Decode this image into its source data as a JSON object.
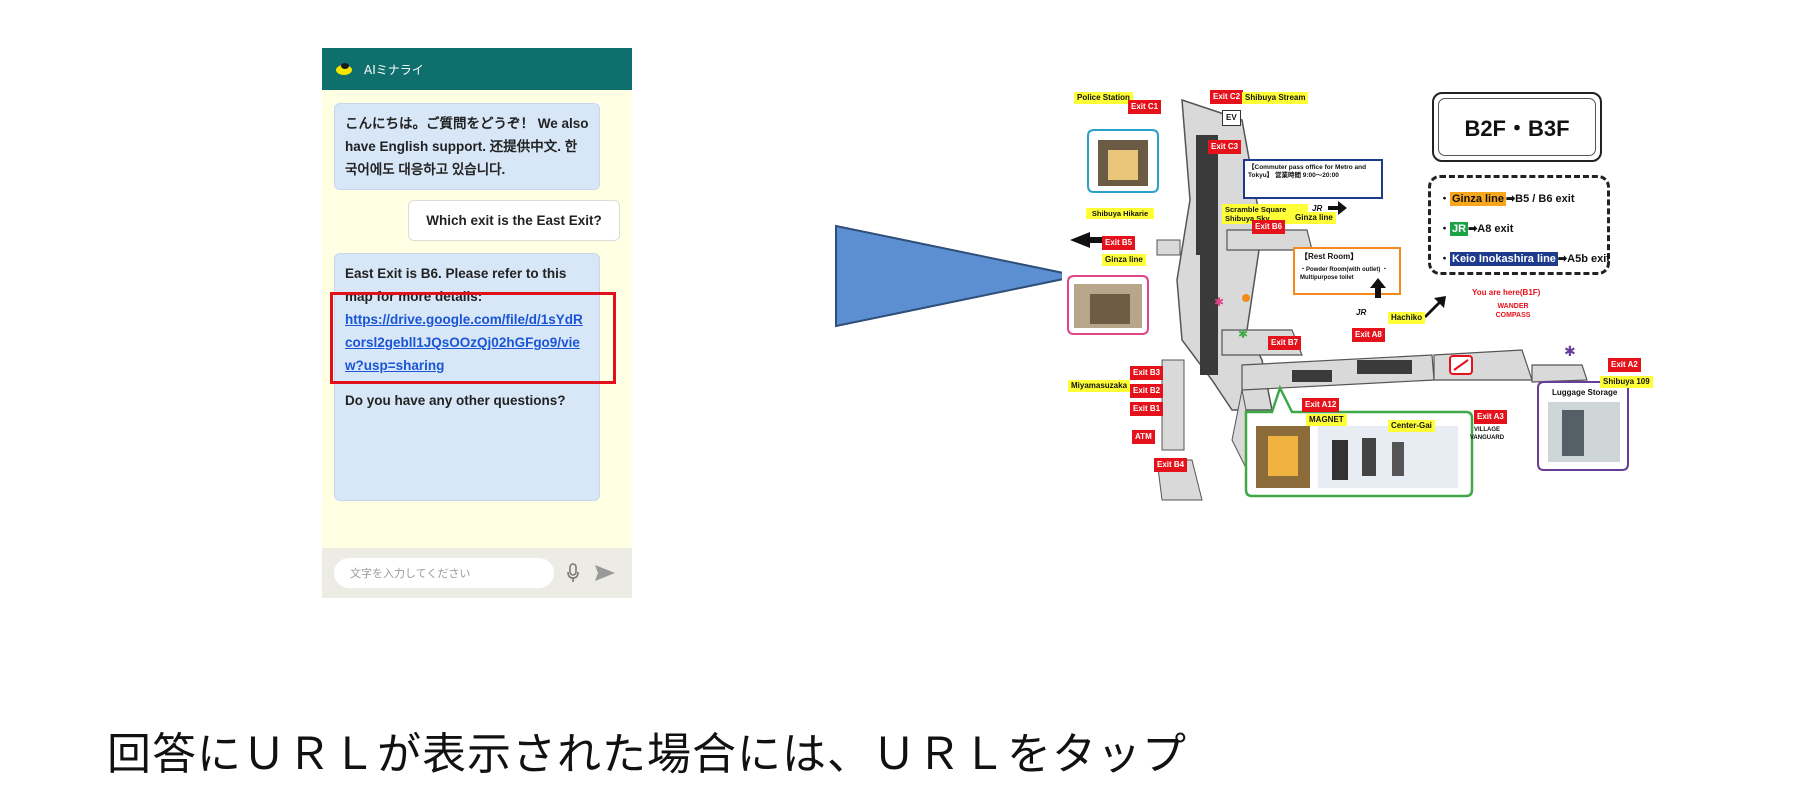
{
  "chat": {
    "header_title": "AIミナライ",
    "greeting": "こんにちは。ご質問をどうぞ！ We also have English support. 还提供中文. 한국어에도 대응하고 있습니다.",
    "user_question": "Which exit is the East Exit?",
    "answer_intro": "East Exit is B6. Please refer to this map for more details:",
    "answer_link": "https://drive.google.com/file/d/1sYdRcorsl2gebll1JQsOOzQj02hGFgo9/view?usp=sharing",
    "answer_followup": "Do you have any other questions?",
    "input_placeholder": "文字を入力してください",
    "colors": {
      "header": "#0f6f6d",
      "background": "#ffffe3",
      "bubble": "#d8e7f8",
      "highlight": "#e0111d"
    }
  },
  "map": {
    "floor_title": "B2F・B3F",
    "legend": {
      "row1_line": "Ginza line",
      "row1_dest": "➡B5 / B6 exit",
      "row2_line": "JR",
      "row2_dest": "➡A8 exit",
      "row3_line": "Keio Inokashira line",
      "row3_dest": "➡A5b exit"
    },
    "labels": {
      "police_station": "Police Station",
      "exit_c1": "Exit C1",
      "exit_c2": "Exit C2",
      "shibuya_stream": "Shibuya Stream",
      "exit_c3": "Exit C3",
      "common_pass": "【Commuter pass office for Metro and Tokyu】 営業時間 9:00～20:00",
      "scramble_square": "Scramble Square Shibuya Sky",
      "ginza_line_top": "Ginza line",
      "jr_top": "JR",
      "shibuya_hikarie": "Shibuya Hikarie",
      "exit_b5": "Exit B5",
      "exit_b6": "Exit B6",
      "ginza_line_left": "Ginza line",
      "rest_room": "【Rest Room】",
      "rest_room_detail": "・Powder Room(with outlet) ・Multipurpose toilet",
      "you_are_here": "You are here(B1F)",
      "wander_compass": "WANDER COMPASS",
      "jr_mid": "JR",
      "hachiko": "Hachiko",
      "exit_b7": "Exit B7",
      "exit_a8": "Exit A8",
      "exit_b3": "Exit B3",
      "exit_b2": "Exit B2",
      "exit_b1": "Exit B1",
      "miyamasuzaka": "Miyamasuzaka",
      "atm": "ATM",
      "exit_a12": "Exit A12",
      "magnet": "MAGNET",
      "center_gai": "Center-Gai",
      "exit_a3": "Exit A3",
      "exit_a2": "Exit A2",
      "shibuya_109": "Shibuya 109",
      "luggage_storage": "Luggage Storage",
      "exit_b4": "Exit B4",
      "ev": "EV",
      "village_vanguard": "VILLAGE VANGUARD"
    },
    "colors": {
      "exit": "#e5111b",
      "label_bg": "#ffff38",
      "ginza": "#f7a71b",
      "jr": "#1aa345",
      "keio": "#1d3a8c"
    }
  },
  "caption": "回答にＵＲＬが表示された場合には、ＵＲＬをタップ",
  "icons": [
    "chat-logo-icon",
    "microphone-icon",
    "send-icon",
    "right-arrow-icon"
  ]
}
